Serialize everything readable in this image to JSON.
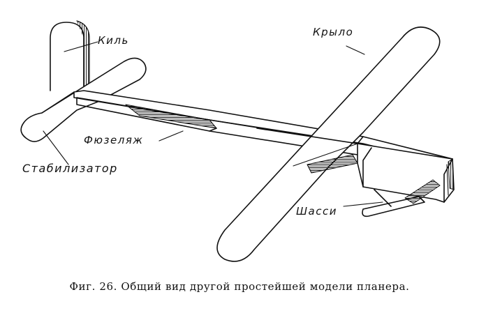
{
  "labels": {
    "fin": "Киль",
    "wing": "Крыло",
    "fuselage": "Фюзеляж",
    "stabilizer": "Стабилизатор",
    "chassis": "Шасси"
  },
  "caption": "Фиг. 26. Общий вид другой простейшей модели планера.",
  "colors": {
    "ink": "#111111",
    "paper": "#ffffff"
  }
}
